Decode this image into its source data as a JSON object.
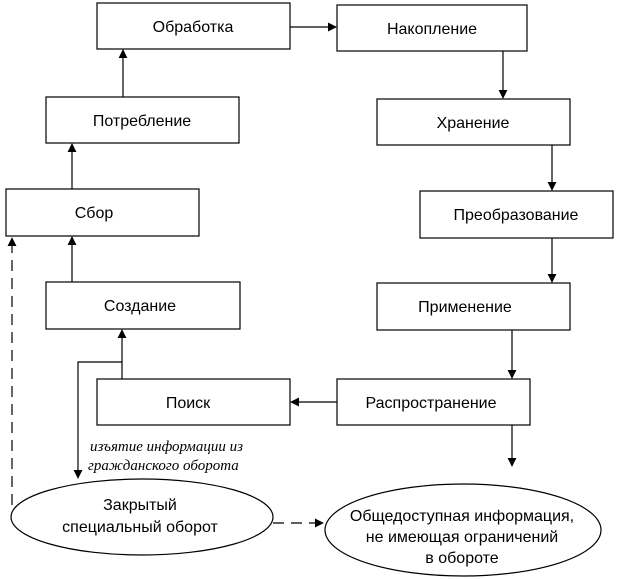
{
  "nodes": {
    "processing": "Обработка",
    "accumulation": "Накопление",
    "consumption": "Потребление",
    "storage": "Хранение",
    "collection": "Сбор",
    "transformation": "Преобразование",
    "creation": "Создание",
    "application": "Применение",
    "search": "Поиск",
    "distribution": "Распространение",
    "closed_line1": "Закрытый",
    "closed_line2": "специальный оборот",
    "public_line1": "Общедоступная информация,",
    "public_line2": "не имеющая ограничений",
    "public_line3": "в обороте"
  },
  "annotation": {
    "line1": "изъятие информации из",
    "line2": "гражданского оборота"
  }
}
